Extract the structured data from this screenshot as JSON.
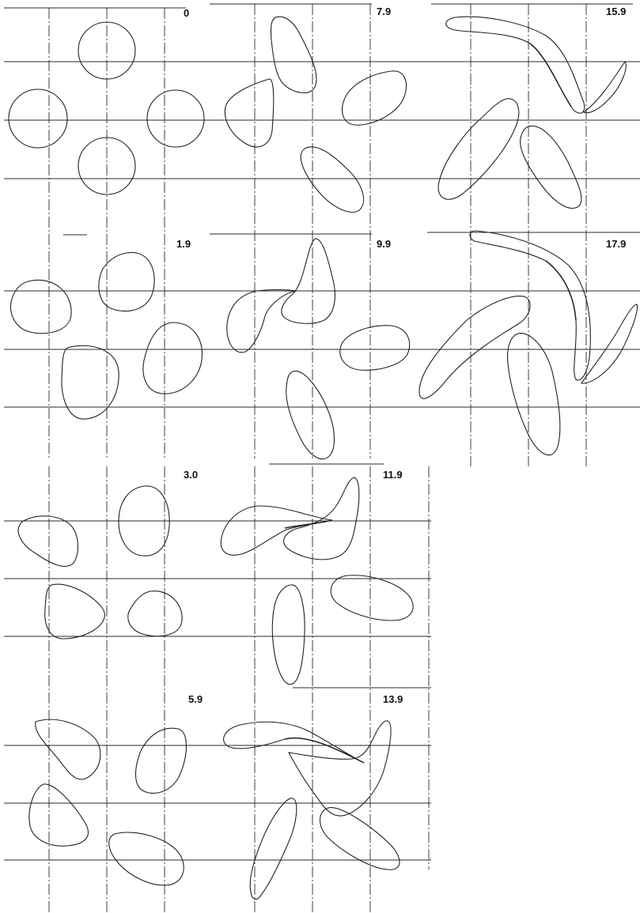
{
  "figure": {
    "panels": [
      {
        "id": "p0",
        "label": "0"
      },
      {
        "id": "p1",
        "label": "1.9"
      },
      {
        "id": "p2",
        "label": "3.0"
      },
      {
        "id": "p3",
        "label": "5.9"
      },
      {
        "id": "p4",
        "label": "7.9"
      },
      {
        "id": "p5",
        "label": "9.9"
      },
      {
        "id": "p6",
        "label": "11.9"
      },
      {
        "id": "p7",
        "label": "13.9"
      },
      {
        "id": "p8",
        "label": "15.9"
      },
      {
        "id": "p9",
        "label": "17.9"
      }
    ]
  },
  "colors": {
    "ink": "#222222",
    "background": "#ffffff"
  }
}
